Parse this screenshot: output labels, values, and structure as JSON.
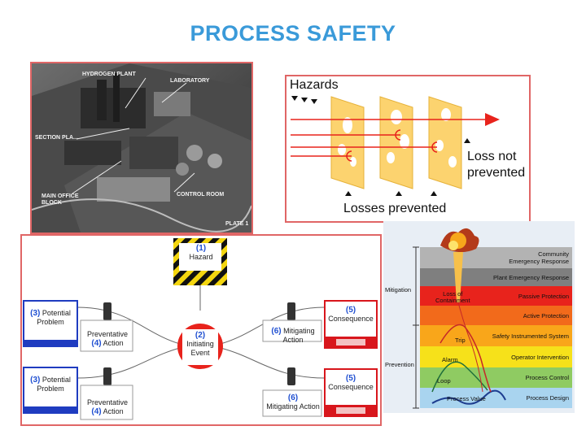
{
  "title": "PROCESS SAFETY",
  "photo": {
    "labels": {
      "hydrogen": "HYDROGEN PLANT",
      "laboratory": "LABORATORY",
      "section": "SECTION PLA...",
      "office": "MAIN OFFICE\nBLOCK",
      "control": "CONTROL ROOM",
      "plate": "PLATE 1"
    }
  },
  "cheese": {
    "hazards": "Hazards",
    "loss_not": "Loss not",
    "prevented": "prevented",
    "losses_prevented": "Losses prevented"
  },
  "bowtie": {
    "hazard_num": "(1)",
    "hazard": "Hazard",
    "event_num": "(2)",
    "event_line1": "Initiating",
    "event_line2": "Event",
    "problem_num": "(3)",
    "problem_line1": "Potential",
    "problem_line2": "Problem",
    "prev_num": "(4)",
    "prev_line1": "Preventative",
    "prev_line2": "Action",
    "conseq_num": "(5)",
    "conseq": "Consequence",
    "mitig_num": "(6)",
    "mitig": "Mitigating Action"
  },
  "lop": {
    "mitigation": "Mitigation",
    "prevention": "Prevention",
    "layers": [
      {
        "label": "Community\nEmergency Response",
        "color": "#b3b3b3"
      },
      {
        "label": "Plant Emergency Response",
        "color": "#7f7f7f"
      },
      {
        "label": "Passive Protection",
        "color": "#e8231c"
      },
      {
        "label": "Active Protection",
        "color": "#f26a1b"
      },
      {
        "label": "Safety Instrumented System",
        "color": "#f9a61a"
      },
      {
        "label": "Operator Intervention",
        "color": "#f6e11a"
      },
      {
        "label": "Process Control",
        "color": "#8fcb62"
      },
      {
        "label": "Process Design",
        "color": "#a9d4ef"
      }
    ],
    "curve_labels": {
      "containment": "Loss of\nContainment",
      "trip": "Trip",
      "alarm": "Alarm",
      "loop": "Loop",
      "process_value": "Process Value"
    }
  }
}
